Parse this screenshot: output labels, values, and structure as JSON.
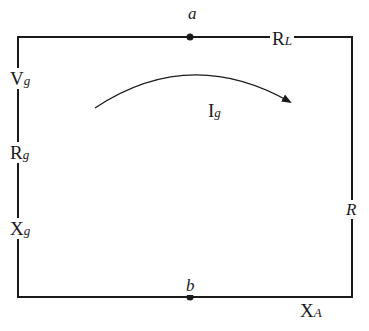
{
  "diagram": {
    "labels": [
      "a",
      "RL",
      "Vg",
      "Ig",
      "Rg",
      "R",
      "Xg",
      "b",
      "XA"
    ]
  }
}
